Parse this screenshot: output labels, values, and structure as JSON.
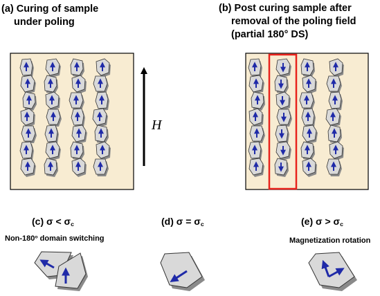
{
  "panels": {
    "a": {
      "title_line1": "(a) Curing of sample",
      "title_line2": "under poling"
    },
    "b": {
      "title_line1": "(b) Post curing sample after",
      "title_line2": "removal of the poling field",
      "title_line3": "(partial 180° DS)"
    },
    "c": {
      "label_prefix": "(c) σ < σ",
      "label_sub": "c",
      "caption_prefix": "Non-180",
      "caption_sup": "o",
      "caption_suffix": " domain switching"
    },
    "d": {
      "label_prefix": "(d) σ = σ",
      "label_sub": "c"
    },
    "e": {
      "label_prefix": "(e) σ > σ",
      "label_sub": "c",
      "caption": "Magnetization rotation"
    }
  },
  "field": {
    "symbol": "H"
  },
  "colors": {
    "box_fill": "#f8ecd2",
    "grain_fill": "#d9d9d9",
    "grain_shadow": "#8a8a8a",
    "arrow": "#1f2aa8",
    "highlight": "#e8221c"
  },
  "icons": [
    "grain-up-icon",
    "grain-down-icon",
    "field-arrow-icon",
    "rotation-arrow-icon"
  ]
}
